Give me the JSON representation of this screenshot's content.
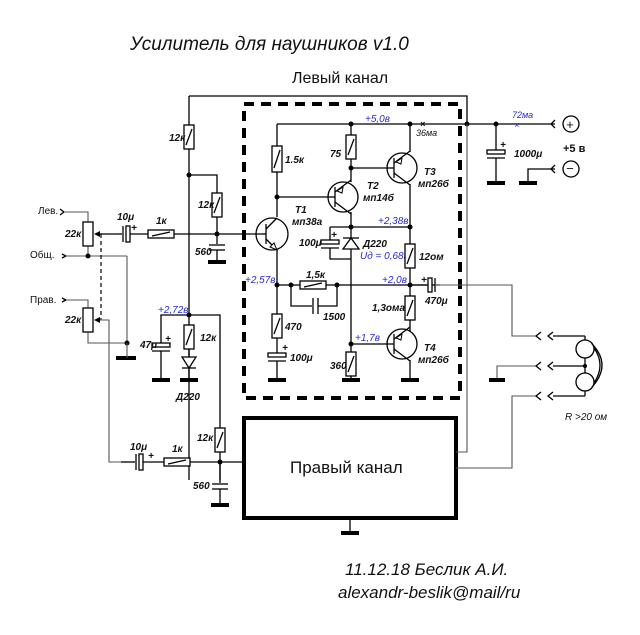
{
  "title": "Усилитель для наушников  v1.0",
  "left_channel_label": "Левый канал",
  "right_channel_label": "Правый канал",
  "footer": {
    "date_author": "11.12.18   Беслик А.И.",
    "email": "alexandr-beslik@mail/ru"
  },
  "inputs": {
    "left": "Лев.",
    "common": "Общ.",
    "right": "Прав."
  },
  "power": {
    "plus_symbol": "+",
    "minus_symbol": "−",
    "voltage": "+5 в",
    "current_total": "72ма",
    "current_channel": "36ма",
    "filter_cap": "1000μ",
    "filter_cap_plus": "+"
  },
  "headphones": {
    "impedance": "R >20 ом"
  },
  "components": {
    "pot_left": "22к",
    "pot_right": "22к",
    "c_in_left": "10μ",
    "c_in_right": "10μ",
    "r_in_left": "1к",
    "r_in_right": "1к",
    "r_bias_top": "12к",
    "r_bias_left": "12к",
    "r_bias_right": "12к",
    "r_bias_diode": "12к",
    "c_filter_left": "560",
    "c_filter_right": "560",
    "c_bias": "47μ",
    "d_bias": "Д220",
    "r_1k5_top": "1.5к",
    "r_75": "75",
    "t1_name": "T1",
    "t1_type": "мп38а",
    "t2_name": "T2",
    "t2_type": "мп14б",
    "t3_name": "T3",
    "t3_type": "мп26б",
    "t4_name": "T4",
    "t4_type": "мп26б",
    "c_100u_mid": "100μ",
    "d_mid": "Д220",
    "r_12ohm": "12ом",
    "r_1k5_fb": "1,5к",
    "c_1500": "1500",
    "r_1_3ohm": "1,3ома",
    "c_out": "470μ",
    "r_470": "470",
    "c_100u_low": "100μ",
    "r_360": "360"
  },
  "voltages": {
    "v_supply": "+5,0в",
    "v_t3_e": "+2,38в",
    "v_diode": "Uд = 0,68в",
    "v_t1_c": "+2,57в",
    "v_out": "+2,0в",
    "v_t4_b": "+1,7в",
    "v_bias": "+2,72в"
  },
  "colors": {
    "annotation_blue": "#2a2ad0",
    "wire": "#000000"
  }
}
